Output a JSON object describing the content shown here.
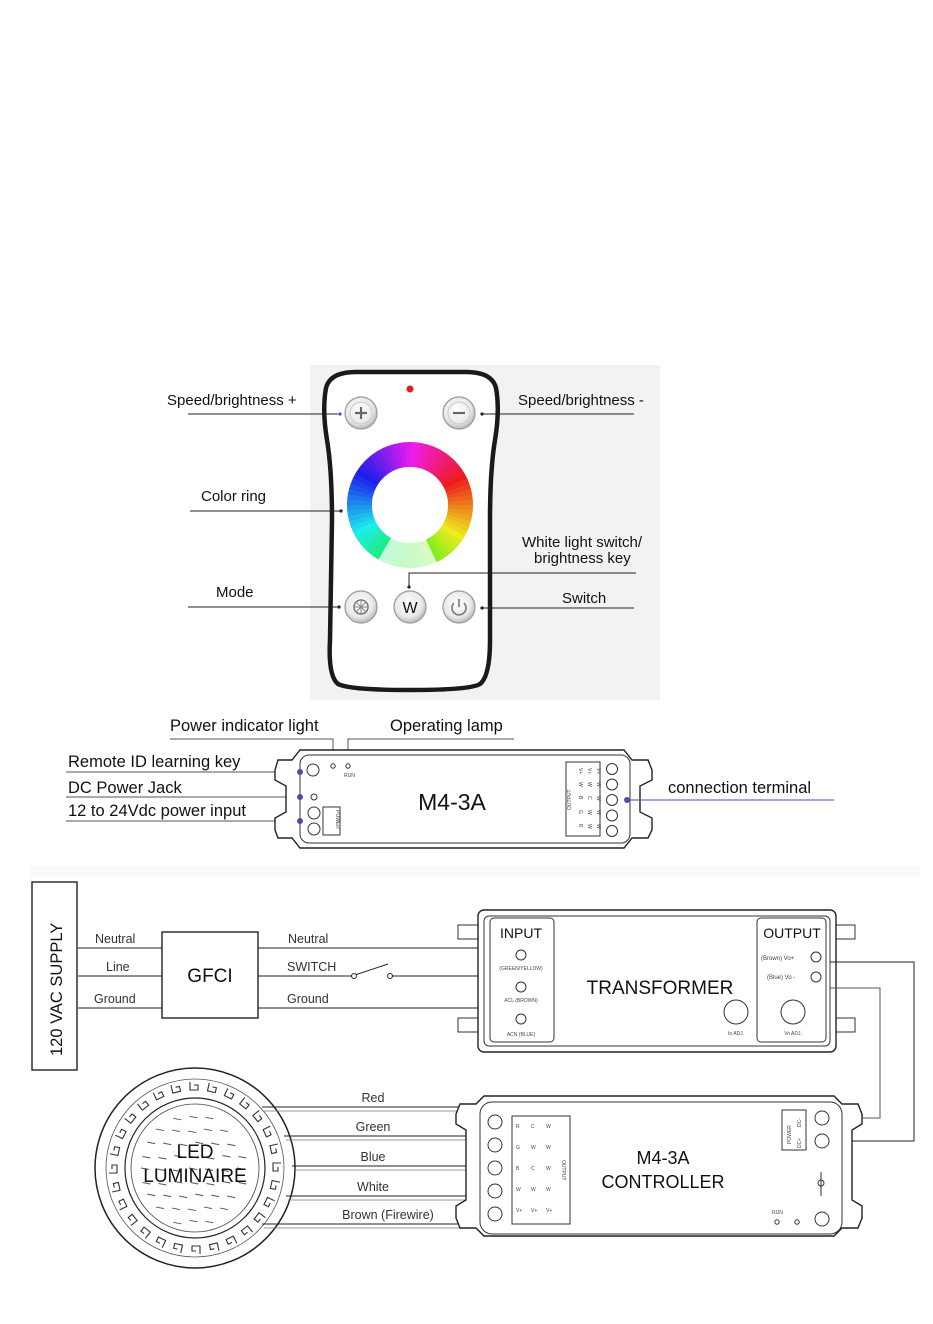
{
  "remote": {
    "speed_plus": "Speed/brightness +",
    "speed_minus": "Speed/brightness -",
    "color_ring": "Color ring",
    "white_key_line1": "White light switch/",
    "white_key_line2": "brightness key",
    "mode": "Mode",
    "switch": "Switch",
    "btn_w": "W",
    "indicator_color": "#e02020"
  },
  "controller": {
    "power_indicator": "Power indicator light",
    "operating_lamp": "Operating lamp",
    "remote_id_key": "Remote ID learning key",
    "dc_power_jack": "DC Power Jack",
    "power_input": "12 to 24Vdc power input",
    "connection_terminal": "connection terminal",
    "model": "M4-3A",
    "output_label": "OUTPUT",
    "power_label": "POWER",
    "run_label": "RUN",
    "dc_plus": "DC+",
    "dc_minus": "DC-",
    "terminal_cols": [
      [
        "V+",
        "W",
        "B",
        "G",
        "R"
      ],
      [
        "V+",
        "W",
        "C",
        "W",
        "W"
      ],
      [
        "V+",
        "W",
        "W",
        "W",
        "W"
      ]
    ]
  },
  "wiring": {
    "supply": "120 VAC SUPPLY",
    "neutral_in": "Neutral",
    "line_in": "Line",
    "ground_in": "Ground",
    "gfci": "GFCI",
    "neutral_out": "Neutral",
    "switch_out": "SWITCH",
    "ground_out": "Ground",
    "transformer": {
      "title": "TRANSFORMER",
      "input": "INPUT",
      "in_1": "(GREEN/YELLOW)",
      "in_2": "ACL (BROWN)",
      "in_3": "ACN (BLUE)",
      "output": "OUTPUT",
      "out_1": "(Brown) Vo+",
      "out_2": "(Blue) Vo -",
      "io_adj": "Io ADJ.",
      "vo_adj": "Vo ADJ."
    },
    "wires": [
      "Red",
      "Green",
      "Blue",
      "White",
      "Brown (Firewire)"
    ],
    "luminaire_line1": "LED",
    "luminaire_line2": "LUMINAIRE",
    "controller_line1": "M4-3A",
    "controller_line2": "CONTROLLER",
    "ctrl_output": "OUTPUT",
    "ctrl_power": "POWER",
    "ctrl_dc_plus": "DC+",
    "ctrl_dc_minus": "DC-",
    "ctrl_run": "RUN",
    "terminal_cols": [
      [
        "R",
        "G",
        "B",
        "W",
        "V+"
      ],
      [
        "C",
        "W",
        "C",
        "W",
        "V+"
      ],
      [
        "W",
        "W",
        "W",
        "W",
        "V+"
      ]
    ]
  }
}
